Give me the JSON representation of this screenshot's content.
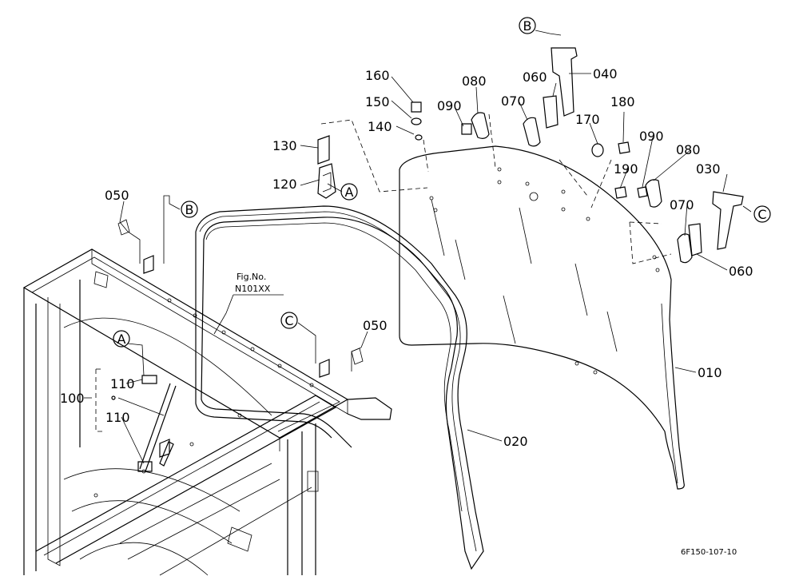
{
  "diagram": {
    "drawing_code": "6F150-107-10",
    "fig_ref": {
      "line1": "Fig.No.",
      "line2": "N101XX"
    },
    "parts": {
      "p010": "010",
      "p020": "020",
      "p030": "030",
      "p040": "040",
      "p050a": "050",
      "p050b": "050",
      "p060a": "060",
      "p060b": "060",
      "p070a": "070",
      "p070b": "070",
      "p080a": "080",
      "p080b": "080",
      "p090a": "090",
      "p090b": "090",
      "p100": "100",
      "p110a": "110",
      "p110b": "110",
      "p120": "120",
      "p130": "130",
      "p140": "140",
      "p150": "150",
      "p160": "160",
      "p170": "170",
      "p180": "180",
      "p190": "190"
    },
    "callouts": {
      "a1": "A",
      "a2": "A",
      "b1": "B",
      "b2": "B",
      "c1": "C",
      "c2": "C"
    }
  }
}
